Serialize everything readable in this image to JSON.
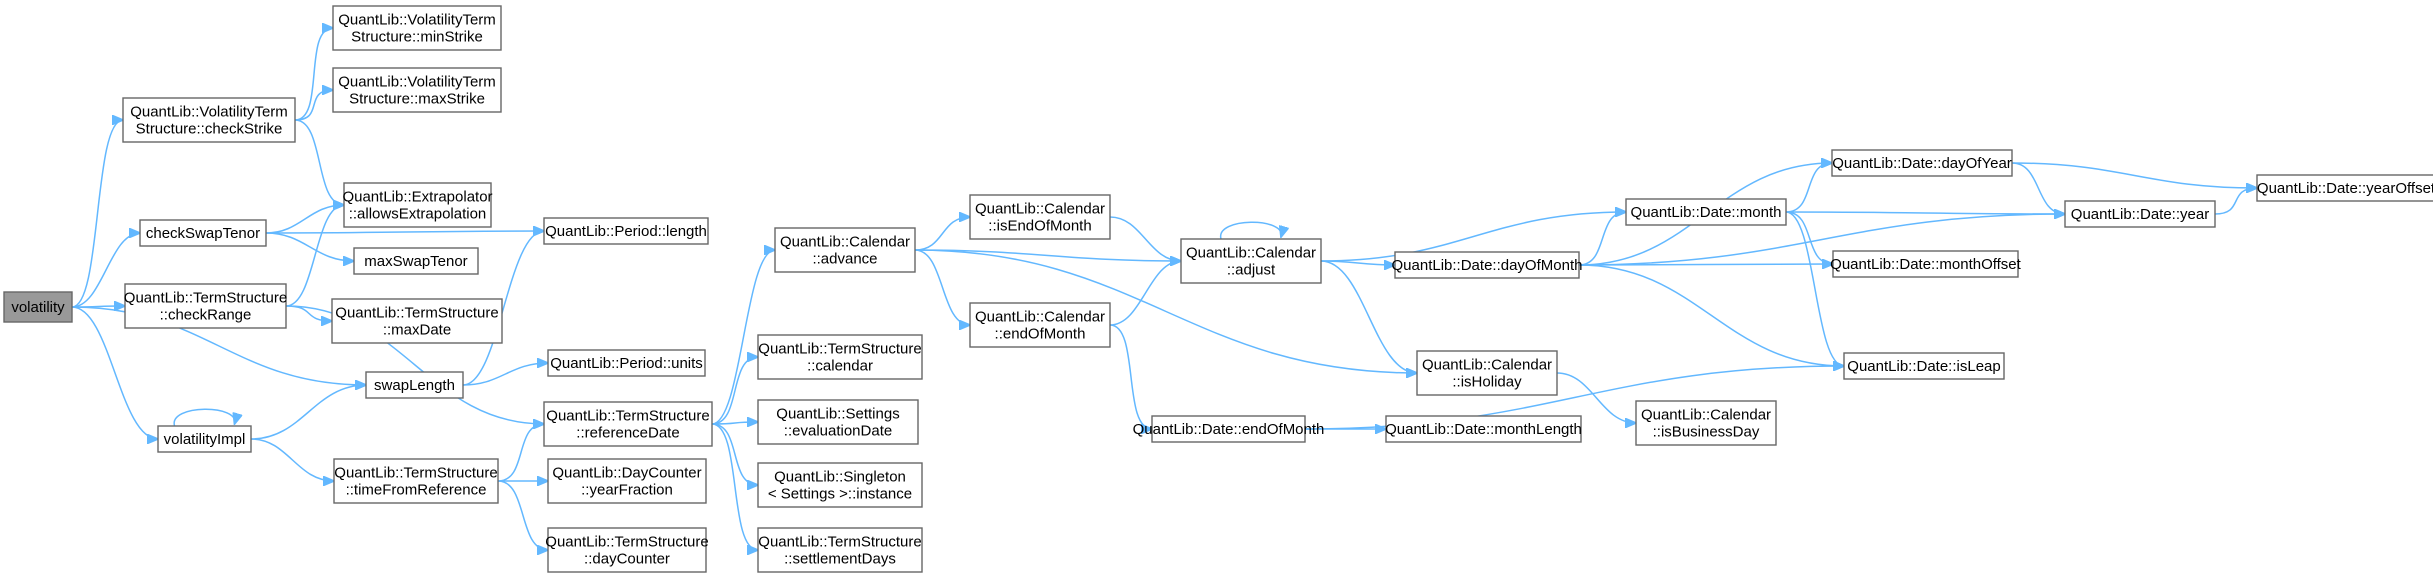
{
  "colors": {
    "edge": "#63b8ff",
    "node_border": "#666666",
    "root_fill": "#999999",
    "node_fill": "#ffffff"
  },
  "nodes": [
    {
      "id": "volatility",
      "lines": [
        "volatility"
      ],
      "root": true
    },
    {
      "id": "checkStrike",
      "lines": [
        "QuantLib::VolatilityTerm",
        "Structure::checkStrike"
      ]
    },
    {
      "id": "checkSwapTenor",
      "lines": [
        "checkSwapTenor"
      ]
    },
    {
      "id": "checkRange",
      "lines": [
        "QuantLib::TermStructure",
        "::checkRange"
      ]
    },
    {
      "id": "volatilityImpl",
      "lines": [
        "volatilityImpl"
      ]
    },
    {
      "id": "minStrike",
      "lines": [
        "QuantLib::VolatilityTerm",
        "Structure::minStrike"
      ]
    },
    {
      "id": "maxStrike",
      "lines": [
        "QuantLib::VolatilityTerm",
        "Structure::maxStrike"
      ]
    },
    {
      "id": "allowsExtrapolation",
      "lines": [
        "QuantLib::Extrapolator",
        "::allowsExtrapolation"
      ]
    },
    {
      "id": "maxSwapTenor",
      "lines": [
        "maxSwapTenor"
      ]
    },
    {
      "id": "maxDate",
      "lines": [
        "QuantLib::TermStructure",
        "::maxDate"
      ]
    },
    {
      "id": "swapLength",
      "lines": [
        "swapLength"
      ]
    },
    {
      "id": "timeFromReference",
      "lines": [
        "QuantLib::TermStructure",
        "::timeFromReference"
      ]
    },
    {
      "id": "periodLength",
      "lines": [
        "QuantLib::Period::length"
      ]
    },
    {
      "id": "periodUnits",
      "lines": [
        "QuantLib::Period::units"
      ]
    },
    {
      "id": "referenceDate",
      "lines": [
        "QuantLib::TermStructure",
        "::referenceDate"
      ]
    },
    {
      "id": "yearFraction",
      "lines": [
        "QuantLib::DayCounter",
        "::yearFraction"
      ]
    },
    {
      "id": "dayCounter",
      "lines": [
        "QuantLib::TermStructure",
        "::dayCounter"
      ]
    },
    {
      "id": "advance",
      "lines": [
        "QuantLib::Calendar",
        "::advance"
      ]
    },
    {
      "id": "calendar",
      "lines": [
        "QuantLib::TermStructure",
        "::calendar"
      ]
    },
    {
      "id": "evaluationDate",
      "lines": [
        "QuantLib::Settings",
        "::evaluationDate"
      ]
    },
    {
      "id": "instance",
      "lines": [
        "QuantLib::Singleton",
        "< Settings >::instance"
      ]
    },
    {
      "id": "settlementDays",
      "lines": [
        "QuantLib::TermStructure",
        "::settlementDays"
      ]
    },
    {
      "id": "isEndOfMonth",
      "lines": [
        "QuantLib::Calendar",
        "::isEndOfMonth"
      ]
    },
    {
      "id": "endOfMonthCal",
      "lines": [
        "QuantLib::Calendar",
        "::endOfMonth"
      ]
    },
    {
      "id": "adjust",
      "lines": [
        "QuantLib::Calendar",
        "::adjust"
      ]
    },
    {
      "id": "dateEndOfMonth",
      "lines": [
        "QuantLib::Date::endOfMonth"
      ]
    },
    {
      "id": "dayOfMonth",
      "lines": [
        "QuantLib::Date::dayOfMonth"
      ]
    },
    {
      "id": "isHoliday",
      "lines": [
        "QuantLib::Calendar",
        "::isHoliday"
      ]
    },
    {
      "id": "monthLength",
      "lines": [
        "QuantLib::Date::monthLength"
      ]
    },
    {
      "id": "isBusinessDay",
      "lines": [
        "QuantLib::Calendar",
        "::isBusinessDay"
      ]
    },
    {
      "id": "month",
      "lines": [
        "QuantLib::Date::month"
      ]
    },
    {
      "id": "dayOfYear",
      "lines": [
        "QuantLib::Date::dayOfYear"
      ]
    },
    {
      "id": "monthOffset",
      "lines": [
        "QuantLib::Date::monthOffset"
      ]
    },
    {
      "id": "isLeap",
      "lines": [
        "QuantLib::Date::isLeap"
      ]
    },
    {
      "id": "year",
      "lines": [
        "QuantLib::Date::year"
      ]
    },
    {
      "id": "yearOffset",
      "lines": [
        "QuantLib::Date::yearOffset"
      ]
    }
  ],
  "edges": [
    [
      "volatility",
      "checkStrike"
    ],
    [
      "volatility",
      "checkSwapTenor"
    ],
    [
      "volatility",
      "checkRange"
    ],
    [
      "volatility",
      "volatilityImpl"
    ],
    [
      "volatility",
      "swapLength"
    ],
    [
      "checkStrike",
      "minStrike"
    ],
    [
      "checkStrike",
      "maxStrike"
    ],
    [
      "checkStrike",
      "allowsExtrapolation"
    ],
    [
      "checkSwapTenor",
      "allowsExtrapolation"
    ],
    [
      "checkSwapTenor",
      "maxSwapTenor"
    ],
    [
      "checkSwapTenor",
      "periodLength"
    ],
    [
      "checkRange",
      "allowsExtrapolation"
    ],
    [
      "checkRange",
      "maxDate"
    ],
    [
      "checkRange",
      "referenceDate"
    ],
    [
      "volatilityImpl",
      "volatilityImpl"
    ],
    [
      "volatilityImpl",
      "swapLength"
    ],
    [
      "volatilityImpl",
      "timeFromReference"
    ],
    [
      "swapLength",
      "periodLength"
    ],
    [
      "swapLength",
      "periodUnits"
    ],
    [
      "timeFromReference",
      "referenceDate"
    ],
    [
      "timeFromReference",
      "yearFraction"
    ],
    [
      "timeFromReference",
      "dayCounter"
    ],
    [
      "referenceDate",
      "advance"
    ],
    [
      "referenceDate",
      "calendar"
    ],
    [
      "referenceDate",
      "evaluationDate"
    ],
    [
      "referenceDate",
      "instance"
    ],
    [
      "referenceDate",
      "settlementDays"
    ],
    [
      "advance",
      "isEndOfMonth"
    ],
    [
      "advance",
      "endOfMonthCal"
    ],
    [
      "advance",
      "adjust"
    ],
    [
      "advance",
      "isHoliday"
    ],
    [
      "isEndOfMonth",
      "adjust"
    ],
    [
      "endOfMonthCal",
      "adjust"
    ],
    [
      "endOfMonthCal",
      "dateEndOfMonth"
    ],
    [
      "adjust",
      "adjust"
    ],
    [
      "adjust",
      "dayOfMonth"
    ],
    [
      "adjust",
      "isHoliday"
    ],
    [
      "adjust",
      "month"
    ],
    [
      "dateEndOfMonth",
      "monthLength"
    ],
    [
      "dateEndOfMonth",
      "isLeap"
    ],
    [
      "dayOfMonth",
      "month"
    ],
    [
      "dayOfMonth",
      "dayOfYear"
    ],
    [
      "dayOfMonth",
      "monthOffset"
    ],
    [
      "dayOfMonth",
      "isLeap"
    ],
    [
      "dayOfMonth",
      "year"
    ],
    [
      "isHoliday",
      "isBusinessDay"
    ],
    [
      "month",
      "dayOfYear"
    ],
    [
      "month",
      "monthOffset"
    ],
    [
      "month",
      "isLeap"
    ],
    [
      "month",
      "year"
    ],
    [
      "dayOfYear",
      "year"
    ],
    [
      "dayOfYear",
      "yearOffset"
    ],
    [
      "year",
      "yearOffset"
    ]
  ]
}
